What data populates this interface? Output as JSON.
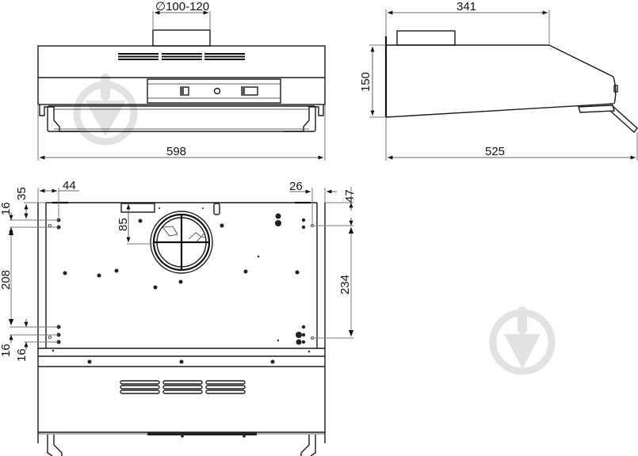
{
  "drawing": {
    "title": "Range hood dimensional drawing",
    "units": "mm",
    "colors": {
      "line": "#1a1a1a",
      "extension_line": "#7a7a7a",
      "watermark": "#e2e2e2",
      "background": "#ffffff"
    }
  },
  "front_view": {
    "duct_diameter_label": "∅100-120",
    "width_label": "598"
  },
  "side_view": {
    "top_depth_label": "341",
    "height_label": "150",
    "total_depth_label": "525"
  },
  "bottom_view": {
    "left_offset_top_label": "44",
    "left_vertical_35_label": "35",
    "left_vertical_16_top_label": "16",
    "left_vertical_208_label": "208",
    "left_vertical_16_bottom_a_label": "16",
    "left_vertical_16_bottom_b_label": "16",
    "duct_offset_label": "85",
    "right_offset_top_label": "26",
    "right_vertical_47_label": "47",
    "right_vertical_234_label": "234"
  },
  "watermarks": [
    {
      "icon": "brand-logo-watermark-icon",
      "position": "front-view"
    },
    {
      "icon": "brand-logo-watermark-icon",
      "position": "bottom-right"
    }
  ]
}
